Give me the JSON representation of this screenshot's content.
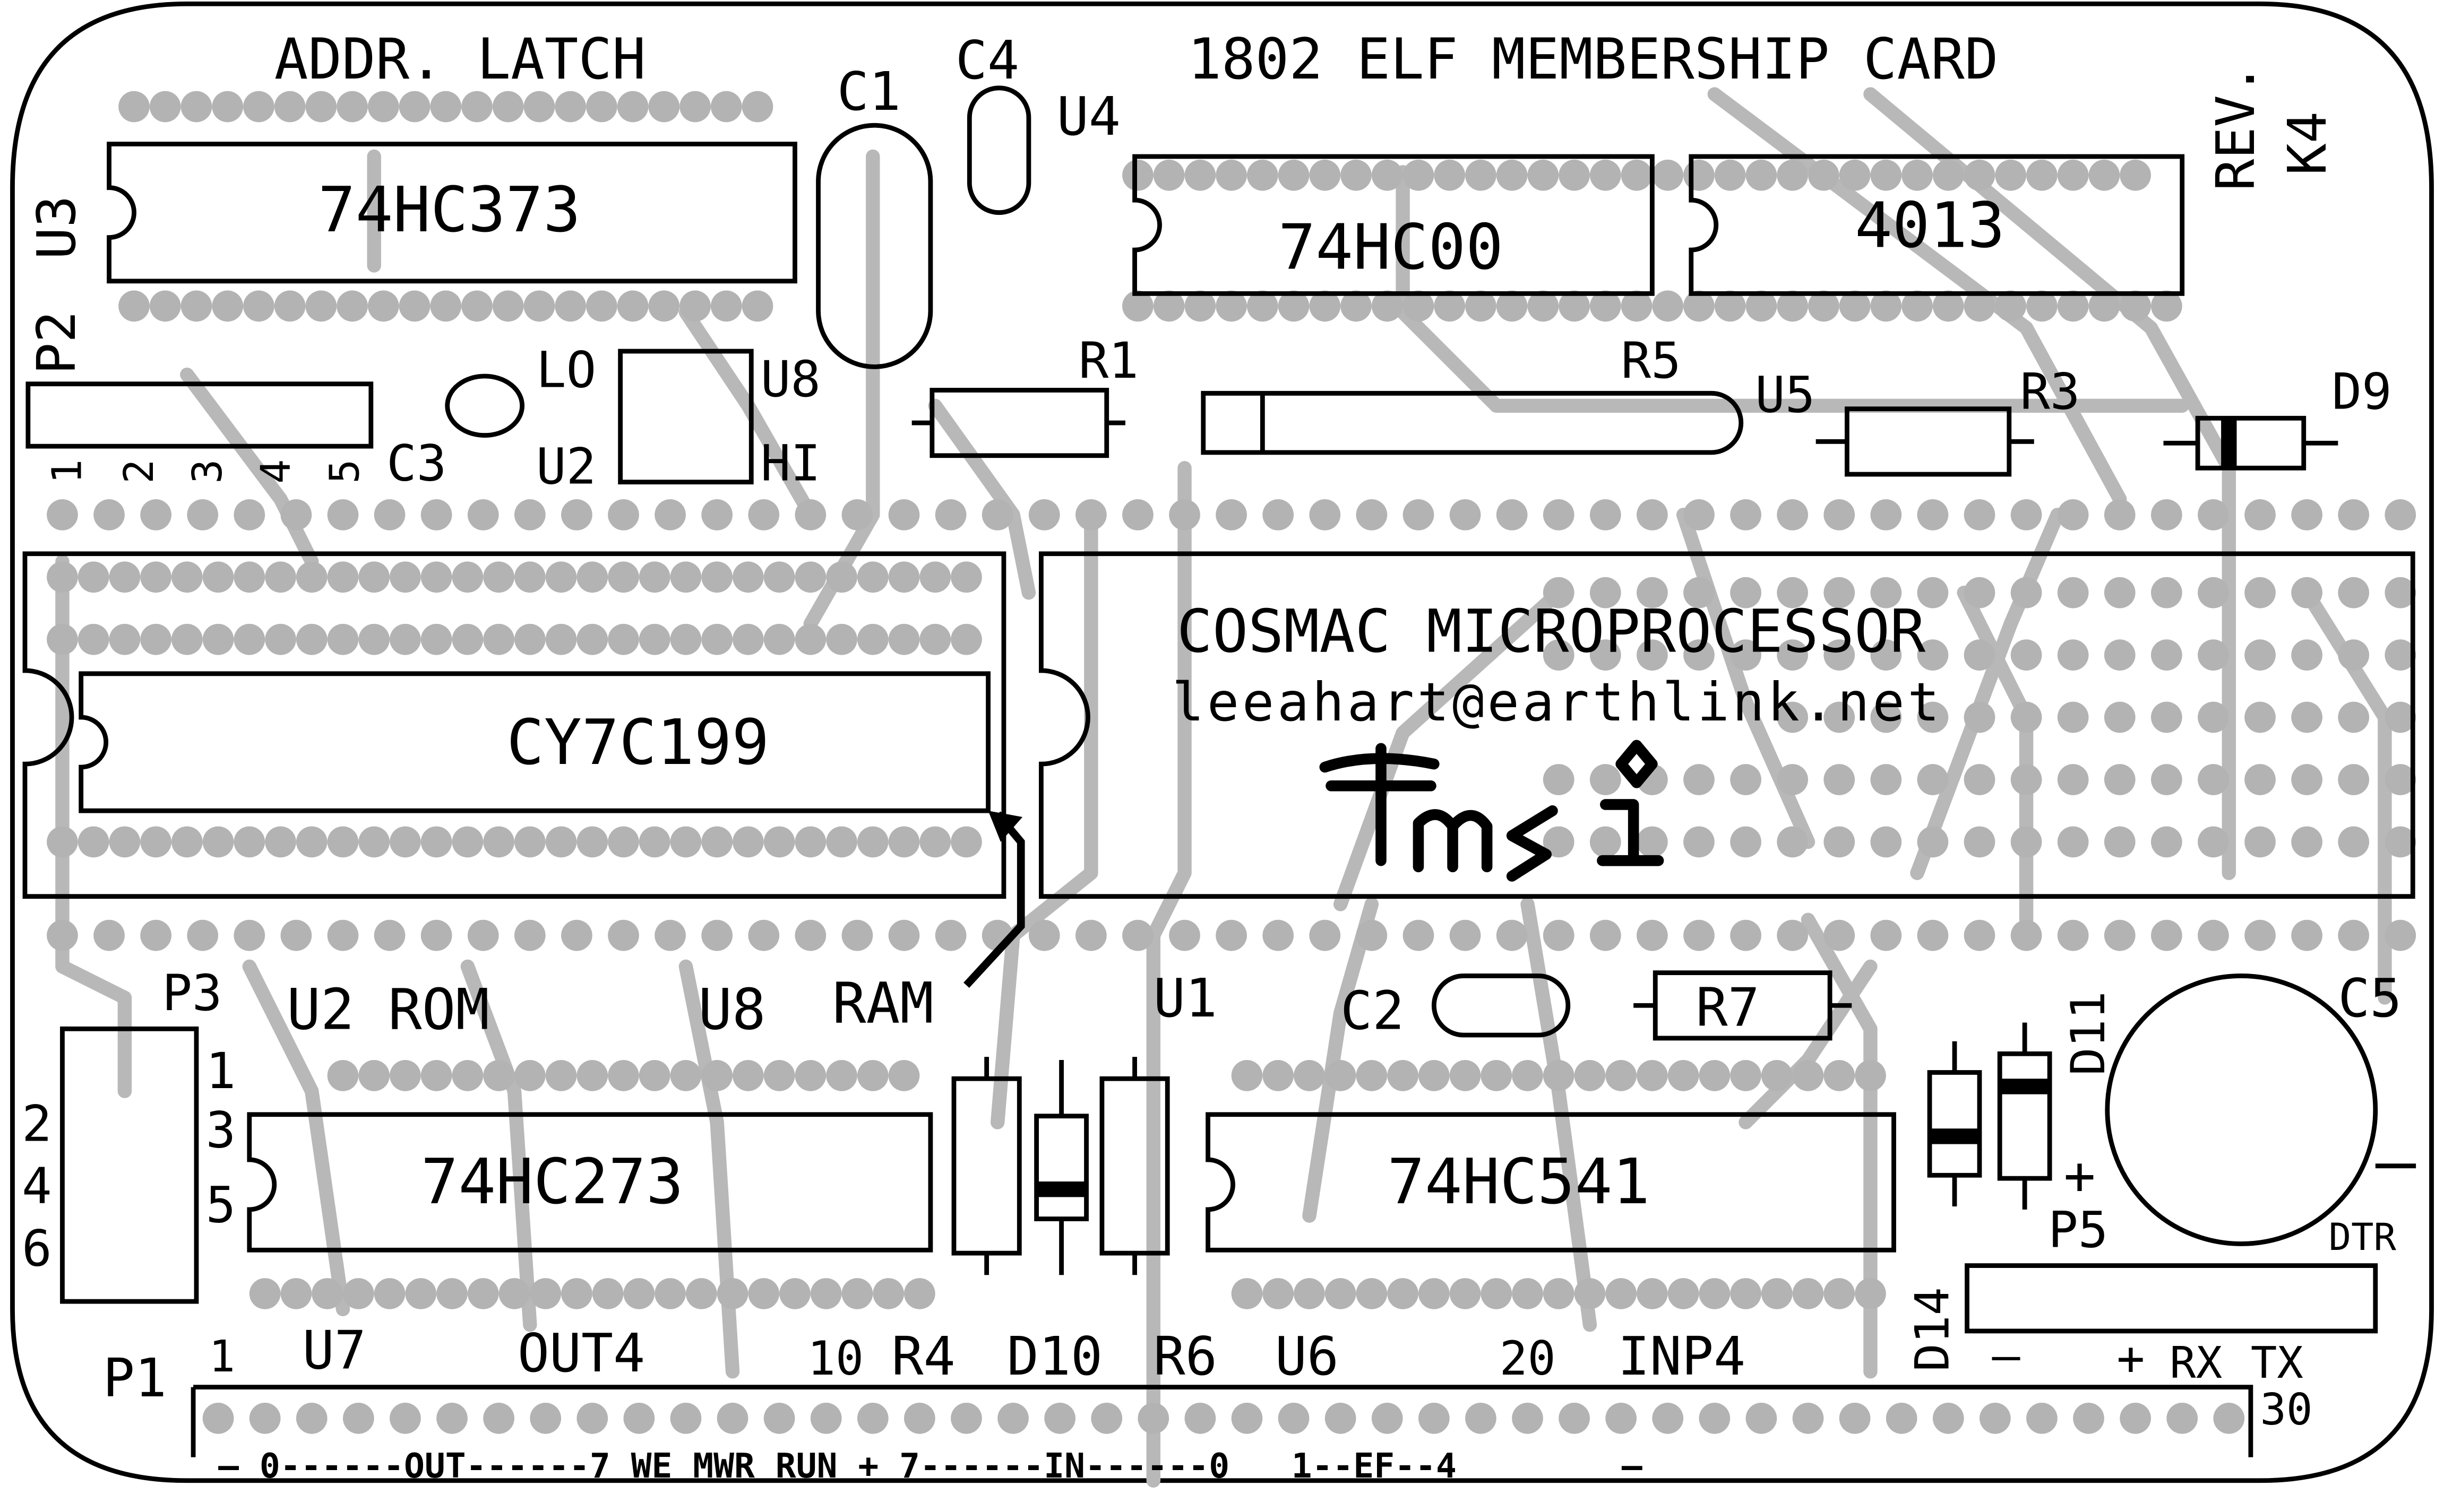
{
  "board": {
    "title": "1802 ELF MEMBERSHIP CARD",
    "rev": "REV.",
    "rev_code": "K4",
    "cpu_line1": "COSMAC MICROPROCESSOR",
    "cpu_line2": "leeahart@earthlink.net",
    "addr_latch": "ADDR. LATCH",
    "rom_label": "U2  ROM",
    "u8_label": "U8",
    "ram_label": "RAM",
    "footer": "– 0------OUT------7 WE MWR RUN + 7------IN------0   1--EF--4        –"
  },
  "chips": {
    "u3": "74HC373",
    "u4": "74HC00",
    "u5": "4013",
    "mem": "CY7C199",
    "u7": "74HC273",
    "u6": "74HC541"
  },
  "refs": {
    "U3": "U3",
    "C1": "C1",
    "C4": "C4",
    "U4": "U4",
    "P2": "P2",
    "LO": "LO",
    "U8": "U8",
    "C3": "C3",
    "U2": "U2",
    "HI": "HI",
    "R1": "R1",
    "R5": "R5",
    "U5": "U5",
    "R3": "R3",
    "D9": "D9",
    "P3": "P3",
    "U1": "U1",
    "C2": "C2",
    "R7": "R7",
    "D11": "D11",
    "C5": "C5",
    "P5": "P5",
    "DTR": "DTR",
    "D14": "D14",
    "P1": "P1",
    "U7": "U7",
    "OUT4": "OUT4",
    "R4": "R4",
    "D10": "D10",
    "R6": "R6",
    "U6": "U6",
    "INP4": "INP4",
    "RX": "RX",
    "TX": "TX",
    "n1": "1",
    "n10": "10",
    "n20": "20",
    "n30": "30",
    "p2_1": "1",
    "p2_2": "2",
    "p2_3": "3",
    "p2_4": "4",
    "p2_5": "5",
    "p3_1": "1",
    "p3_2": "2",
    "p3_3": "3",
    "p3_4": "4",
    "p3_5": "5",
    "p3_6": "6",
    "plus1": "+",
    "plus2": "+",
    "minus1": "–",
    "minus2": "–"
  },
  "logo_text": "Tmsi"
}
